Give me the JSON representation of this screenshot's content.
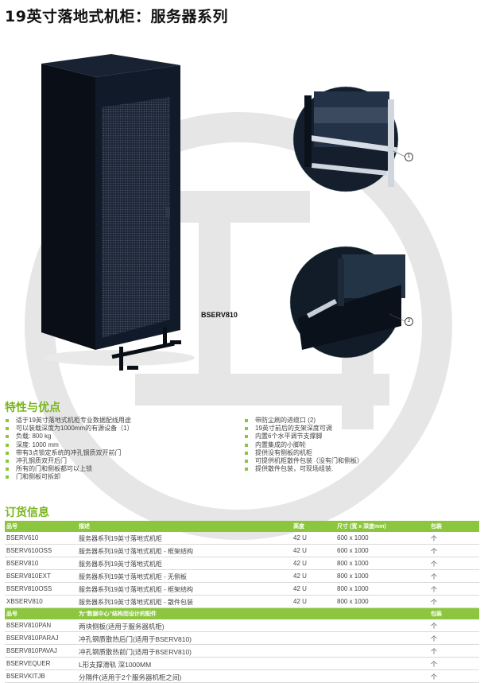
{
  "title": "19英寸落地式机柜：服务器系列",
  "product": {
    "model": "BSERV810",
    "callouts": [
      "1",
      "2"
    ]
  },
  "features": {
    "heading": "特性与优点",
    "left": [
      "适于19英寸落地式机柜专业数据配线用途",
      "可以装载深度为1000mm的有源设备（1）",
      "负载: 800 kg",
      "深度: 1000 mm",
      "带有3点锁定系统的冲孔钢质双开前门",
      "冲孔钢质双开后门",
      "所有的门和侧板都可以上锁",
      "门和侧板可拆卸"
    ],
    "right": [
      "带防尘刷的进缆口 (2)",
      "19英寸前后的支架深度可调",
      "内置6个水平调节支撑脚",
      "内置集成的小脚轮",
      "提供没有侧板的机柜",
      "可提供机柜散件包装（没有门和侧板）",
      "提供散件包装，可现场组装."
    ]
  },
  "ordering": {
    "heading": "订货信息",
    "columns": [
      "品号",
      "描述",
      "高度",
      "尺寸 (宽 x 深度mm)",
      "包装"
    ],
    "rows": [
      [
        "BSERV610",
        "服务器系列19英寸落地式机柜",
        "42 U",
        "600 x 1000",
        "个"
      ],
      [
        "BSERV610OSS",
        "服务器系列19英寸落地式机柜 - 框架结构",
        "42 U",
        "600 x 1000",
        "个"
      ],
      [
        "BSERV810",
        "服务器系列19英寸落地式机柜",
        "42 U",
        "800 x 1000",
        "个"
      ],
      [
        "BSERV810EXT",
        "服务器系列19英寸落地式机柜 - 无侧板",
        "42 U",
        "800 x 1000",
        "个"
      ],
      [
        "BSERV810OSS",
        "服务器系列19英寸落地式机柜 - 框架结构",
        "42 U",
        "800 x 1000",
        "个"
      ],
      [
        "XBSERV810",
        "服务器系列19英寸落地式机柜 - 散件包装",
        "42 U",
        "800 x 1000",
        "个"
      ]
    ],
    "accessory_columns": [
      "品号",
      "为“数据中心”结构而设计的配件",
      "包装"
    ],
    "accessory_rows": [
      [
        "BSERV810PAN",
        "两块侧板(适用于服务器机柜)",
        "个"
      ],
      [
        "BSERV810PARAJ",
        "冲孔钢质散热后门(适用于BSERV810)",
        "个"
      ],
      [
        "BSERV810PAVAJ",
        "冲孔钢质散热前门(适用于BSERV810)",
        "个"
      ],
      [
        "BSERVEQUER",
        "L形支撑滑轨  深1000MM",
        "个"
      ],
      [
        "BSERVKITJB",
        "分隔件(适用于2个服务器机柜之间)",
        "个"
      ]
    ]
  },
  "colors": {
    "accent": "#8cc63f",
    "heading": "#7ab51d",
    "cabinet": "#0d1420"
  }
}
